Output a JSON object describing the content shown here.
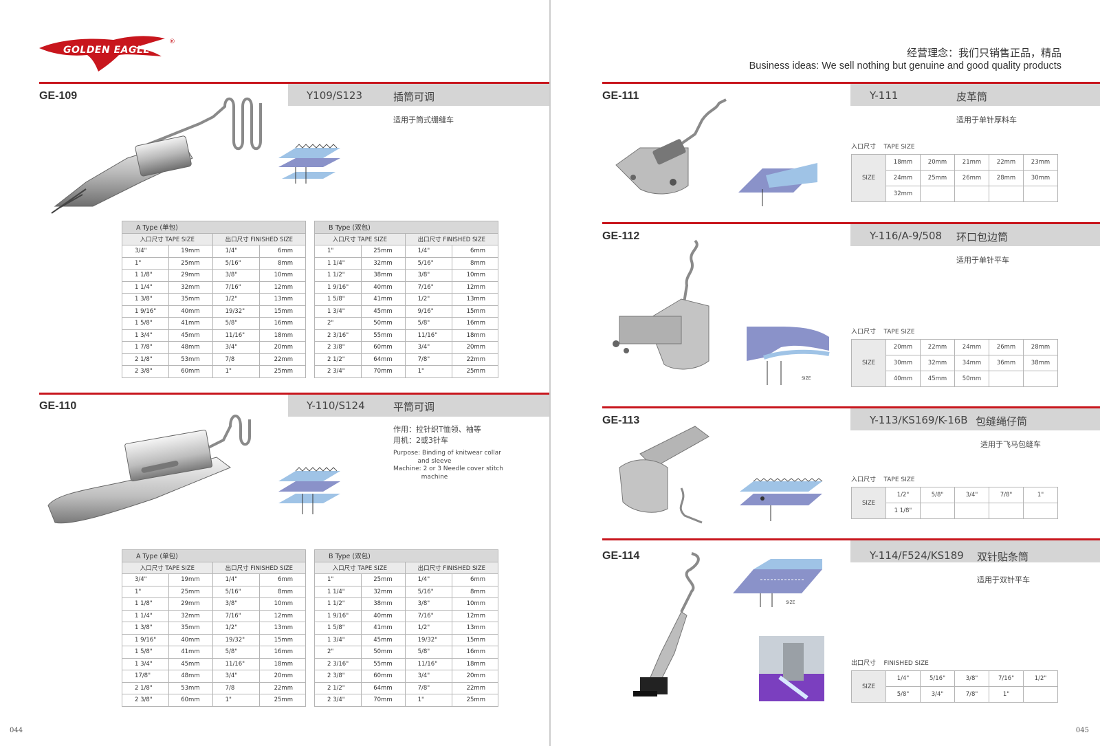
{
  "brand": {
    "name": "GOLDEN EAGLE",
    "registered": "®"
  },
  "business": {
    "cn": "经营理念：我们只销售正品，精品",
    "en": "Business ideas: We sell nothing but genuine and good quality products"
  },
  "page_numbers": {
    "left": "044",
    "right": "045"
  },
  "common": {
    "a_type": "A Type (单包)",
    "b_type": "B Type (双包)",
    "tape_size": "入口尺寸 TAPE SIZE",
    "finished_size": "出口尺寸 FINISHED SIZE",
    "tape_label_cn": "入口尺寸",
    "tape_label_en": "TAPE SIZE",
    "finished_label_cn": "出口尺寸",
    "finished_label_en": "FINISHED SIZE",
    "size": "SIZE",
    "diagram_size": "SIZE"
  },
  "ge109": {
    "code": "GE-109",
    "model": "Y109/S123",
    "name_cn": "插筒可调",
    "usage": "适用于筒式绷缝车",
    "table_a": [
      [
        "3/4\"",
        "19mm",
        "1/4\"",
        "6mm"
      ],
      [
        "1\"",
        "25mm",
        "5/16\"",
        "8mm"
      ],
      [
        "1 1/8\"",
        "29mm",
        "3/8\"",
        "10mm"
      ],
      [
        "1 1/4\"",
        "32mm",
        "7/16\"",
        "12mm"
      ],
      [
        "1 3/8\"",
        "35mm",
        "1/2\"",
        "13mm"
      ],
      [
        "1 9/16\"",
        "40mm",
        "19/32\"",
        "15mm"
      ],
      [
        "1 5/8\"",
        "41mm",
        "5/8\"",
        "16mm"
      ],
      [
        "1 3/4\"",
        "45mm",
        "11/16\"",
        "18mm"
      ],
      [
        "1 7/8\"",
        "48mm",
        "3/4\"",
        "20mm"
      ],
      [
        "2 1/8\"",
        "53mm",
        "7/8",
        "22mm"
      ],
      [
        "2 3/8\"",
        "60mm",
        "1\"",
        "25mm"
      ]
    ],
    "table_b": [
      [
        "1\"",
        "25mm",
        "1/4\"",
        "6mm"
      ],
      [
        "1 1/4\"",
        "32mm",
        "5/16\"",
        "8mm"
      ],
      [
        "1 1/2\"",
        "38mm",
        "3/8\"",
        "10mm"
      ],
      [
        "1 9/16\"",
        "40mm",
        "7/16\"",
        "12mm"
      ],
      [
        "1 5/8\"",
        "41mm",
        "1/2\"",
        "13mm"
      ],
      [
        "1 3/4\"",
        "45mm",
        "9/16\"",
        "15mm"
      ],
      [
        "2\"",
        "50mm",
        "5/8\"",
        "16mm"
      ],
      [
        "2 3/16\"",
        "55mm",
        "11/16\"",
        "18mm"
      ],
      [
        "2 3/8\"",
        "60mm",
        "3/4\"",
        "20mm"
      ],
      [
        "2 1/2\"",
        "64mm",
        "7/8\"",
        "22mm"
      ],
      [
        "2 3/4\"",
        "70mm",
        "1\"",
        "25mm"
      ]
    ]
  },
  "ge110": {
    "code": "GE-110",
    "model": "Y-110/S124",
    "name_cn": "平筒可调",
    "usage_1": "作用：拉针织T恤领、袖等",
    "usage_2": "用机：2或3针车",
    "purpose_1": "Purpose: Binding of knitwear collar",
    "purpose_2": "and sleeve",
    "machine_1": "Machine: 2 or 3 Needle cover stitch",
    "machine_2": "machine",
    "table_a": [
      [
        "3/4\"",
        "19mm",
        "1/4\"",
        "6mm"
      ],
      [
        "1\"",
        "25mm",
        "5/16\"",
        "8mm"
      ],
      [
        "1 1/8\"",
        "29mm",
        "3/8\"",
        "10mm"
      ],
      [
        "1 1/4\"",
        "32mm",
        "7/16\"",
        "12mm"
      ],
      [
        "1 3/8\"",
        "35mm",
        "1/2\"",
        "13mm"
      ],
      [
        "1 9/16\"",
        "40mm",
        "19/32\"",
        "15mm"
      ],
      [
        "1 5/8\"",
        "41mm",
        "5/8\"",
        "16mm"
      ],
      [
        "1 3/4\"",
        "45mm",
        "11/16\"",
        "18mm"
      ],
      [
        "17/8\"",
        "48mm",
        "3/4\"",
        "20mm"
      ],
      [
        "2 1/8\"",
        "53mm",
        "7/8",
        "22mm"
      ],
      [
        "2 3/8\"",
        "60mm",
        "1\"",
        "25mm"
      ]
    ],
    "table_b": [
      [
        "1\"",
        "25mm",
        "1/4\"",
        "6mm"
      ],
      [
        "1 1/4\"",
        "32mm",
        "5/16\"",
        "8mm"
      ],
      [
        "1 1/2\"",
        "38mm",
        "3/8\"",
        "10mm"
      ],
      [
        "1 9/16\"",
        "40mm",
        "7/16\"",
        "12mm"
      ],
      [
        "1 5/8\"",
        "41mm",
        "1/2\"",
        "13mm"
      ],
      [
        "1 3/4\"",
        "45mm",
        "19/32\"",
        "15mm"
      ],
      [
        "2\"",
        "50mm",
        "5/8\"",
        "16mm"
      ],
      [
        "2 3/16\"",
        "55mm",
        "11/16\"",
        "18mm"
      ],
      [
        "2 3/8\"",
        "60mm",
        "3/4\"",
        "20mm"
      ],
      [
        "2 1/2\"",
        "64mm",
        "7/8\"",
        "22mm"
      ],
      [
        "2 3/4\"",
        "70mm",
        "1\"",
        "25mm"
      ]
    ]
  },
  "ge111": {
    "code": "GE-111",
    "model": "Y-111",
    "name_cn": "皮革筒",
    "usage": "适用于单针厚料车",
    "sizes": [
      [
        "18mm",
        "20mm",
        "21mm",
        "22mm",
        "23mm"
      ],
      [
        "24mm",
        "25mm",
        "26mm",
        "28mm",
        "30mm"
      ],
      [
        "32mm",
        "",
        "",
        "",
        ""
      ]
    ]
  },
  "ge112": {
    "code": "GE-112",
    "model": "Y-116/A-9/508",
    "name_cn": "环口包边筒",
    "usage": "适用于单针平车",
    "sizes": [
      [
        "20mm",
        "22mm",
        "24mm",
        "26mm",
        "28mm"
      ],
      [
        "30mm",
        "32mm",
        "34mm",
        "36mm",
        "38mm"
      ],
      [
        "40mm",
        "45mm",
        "50mm",
        "",
        ""
      ]
    ]
  },
  "ge113": {
    "code": "GE-113",
    "model": "Y-113/KS169/K-16B",
    "name_cn": "包缝绳仔筒",
    "usage": "适用于飞马包缝车",
    "sizes": [
      [
        "1/2\"",
        "5/8\"",
        "3/4\"",
        "7/8\"",
        "1\""
      ],
      [
        "1 1/8\"",
        "",
        "",
        "",
        ""
      ]
    ]
  },
  "ge114": {
    "code": "GE-114",
    "model": "Y-114/F524/KS189",
    "name_cn": "双针贴条筒",
    "usage": "适用于双针平车",
    "sizes": [
      [
        "1/4\"",
        "5/16\"",
        "3/8\"",
        "7/16\"",
        "1/2\""
      ],
      [
        "5/8\"",
        "3/4\"",
        "7/8\"",
        "1\"",
        ""
      ]
    ]
  }
}
